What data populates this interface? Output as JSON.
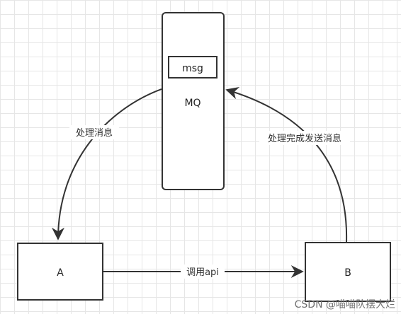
{
  "nodes": {
    "mq": {
      "label": "MQ"
    },
    "msg": {
      "label": "msg"
    },
    "a": {
      "label": "A"
    },
    "b": {
      "label": "B"
    }
  },
  "edges": {
    "mq_to_a": {
      "label": "处理消息"
    },
    "a_to_b": {
      "label": "调用api"
    },
    "b_to_mq": {
      "label": "处理完成发送消息"
    }
  },
  "watermark": "CSDN @喵喵队摆大烂",
  "colors": {
    "stroke": "#333333",
    "label_bg": "#ffffff"
  }
}
